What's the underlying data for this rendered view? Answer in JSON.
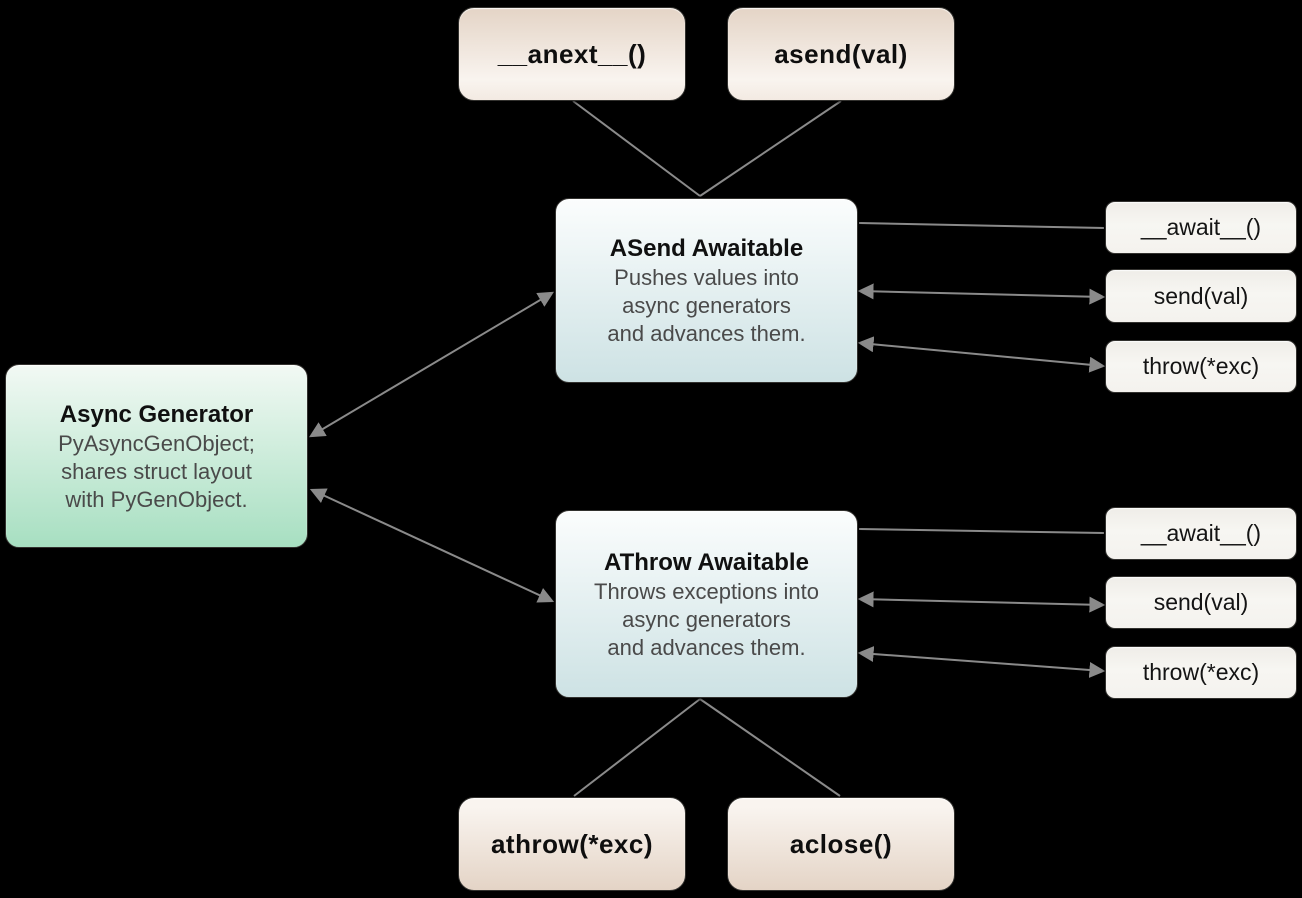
{
  "colors": {
    "background": "#000000",
    "arrow": "#8a8a8a",
    "beige_dark": "#e4d4c6",
    "beige_light": "#f9f4ef",
    "teal_light": "#fbfdfd",
    "teal_dark": "#cde2e4",
    "green_light": "#f2f9f4",
    "green_dark": "#a7dfc1",
    "title_text": "#101010",
    "desc_text": "#4a4a4a"
  },
  "diagram": {
    "nodes": {
      "anext": {
        "label": "__anext__()"
      },
      "asend": {
        "label": "asend(val)"
      },
      "asend_awaitable": {
        "title": "ASend Awaitable",
        "desc_lines": [
          "Pushes values into",
          "async generators",
          "and advances them."
        ]
      },
      "async_generator": {
        "title": "Async Generator",
        "desc_lines": [
          "PyAsyncGenObject;",
          "shares struct layout",
          "with PyGenObject."
        ]
      },
      "athrow_awaitable": {
        "title": "AThrow Awaitable",
        "desc_lines": [
          "Throws exceptions into",
          "async generators",
          "and advances them."
        ]
      },
      "asend_await": {
        "label": "__await__()"
      },
      "asend_send": {
        "label": "send(val)"
      },
      "asend_throw": {
        "label": "throw(*exc)"
      },
      "athrow_await": {
        "label": "__await__()"
      },
      "athrow_send": {
        "label": "send(val)"
      },
      "athrow_throw": {
        "label": "throw(*exc)"
      },
      "athrow_pill": {
        "label": "athrow(*exc)"
      },
      "aclose": {
        "label": "aclose()"
      }
    },
    "edges": [
      {
        "from": "__anext__()",
        "to": "ASend Awaitable",
        "arrows": "none"
      },
      {
        "from": "asend(val)",
        "to": "ASend Awaitable",
        "arrows": "none"
      },
      {
        "from": "Async Generator",
        "to": "ASend Awaitable",
        "arrows": "both"
      },
      {
        "from": "Async Generator",
        "to": "AThrow Awaitable",
        "arrows": "both"
      },
      {
        "from": "ASend Awaitable",
        "to": "__await__()",
        "arrows": "none"
      },
      {
        "from": "ASend Awaitable",
        "to": "send(val)",
        "arrows": "both"
      },
      {
        "from": "ASend Awaitable",
        "to": "throw(*exc)",
        "arrows": "both"
      },
      {
        "from": "AThrow Awaitable",
        "to": "__await__()",
        "arrows": "none"
      },
      {
        "from": "AThrow Awaitable",
        "to": "send(val)",
        "arrows": "both"
      },
      {
        "from": "AThrow Awaitable",
        "to": "throw(*exc)",
        "arrows": "both"
      },
      {
        "from": "AThrow Awaitable",
        "to": "athrow(*exc)",
        "arrows": "none"
      },
      {
        "from": "AThrow Awaitable",
        "to": "aclose()",
        "arrows": "none"
      }
    ]
  }
}
